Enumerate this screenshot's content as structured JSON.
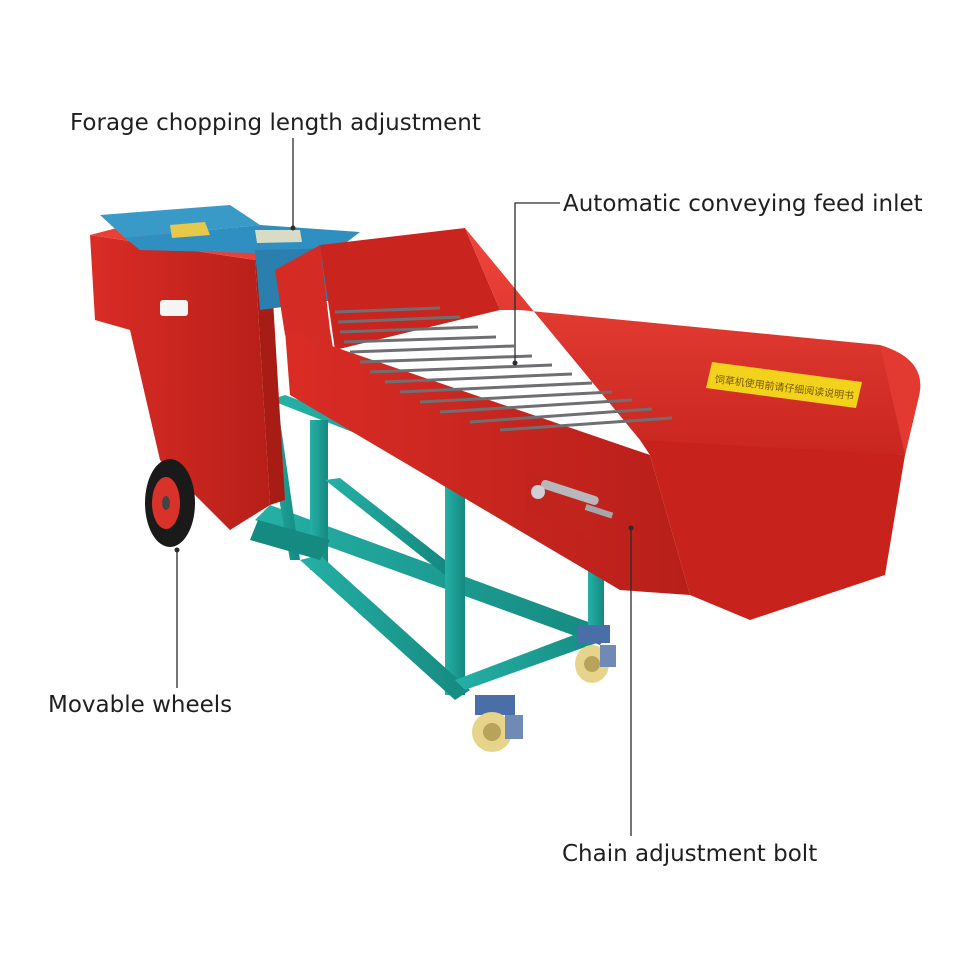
{
  "callouts": {
    "chopping_length": "Forage chopping length adjustment",
    "feed_inlet": "Automatic conveying feed inlet",
    "wheels": "Movable wheels",
    "chain_bolt": "Chain adjustment bolt"
  },
  "warning_label": "饲草机使用前请仔细阅读说明书",
  "colors": {
    "body_red": "#e0302a",
    "frame_teal": "#1fa39a",
    "panel_blue": "#2f8fc0",
    "label_yellow": "#f2d21a"
  }
}
